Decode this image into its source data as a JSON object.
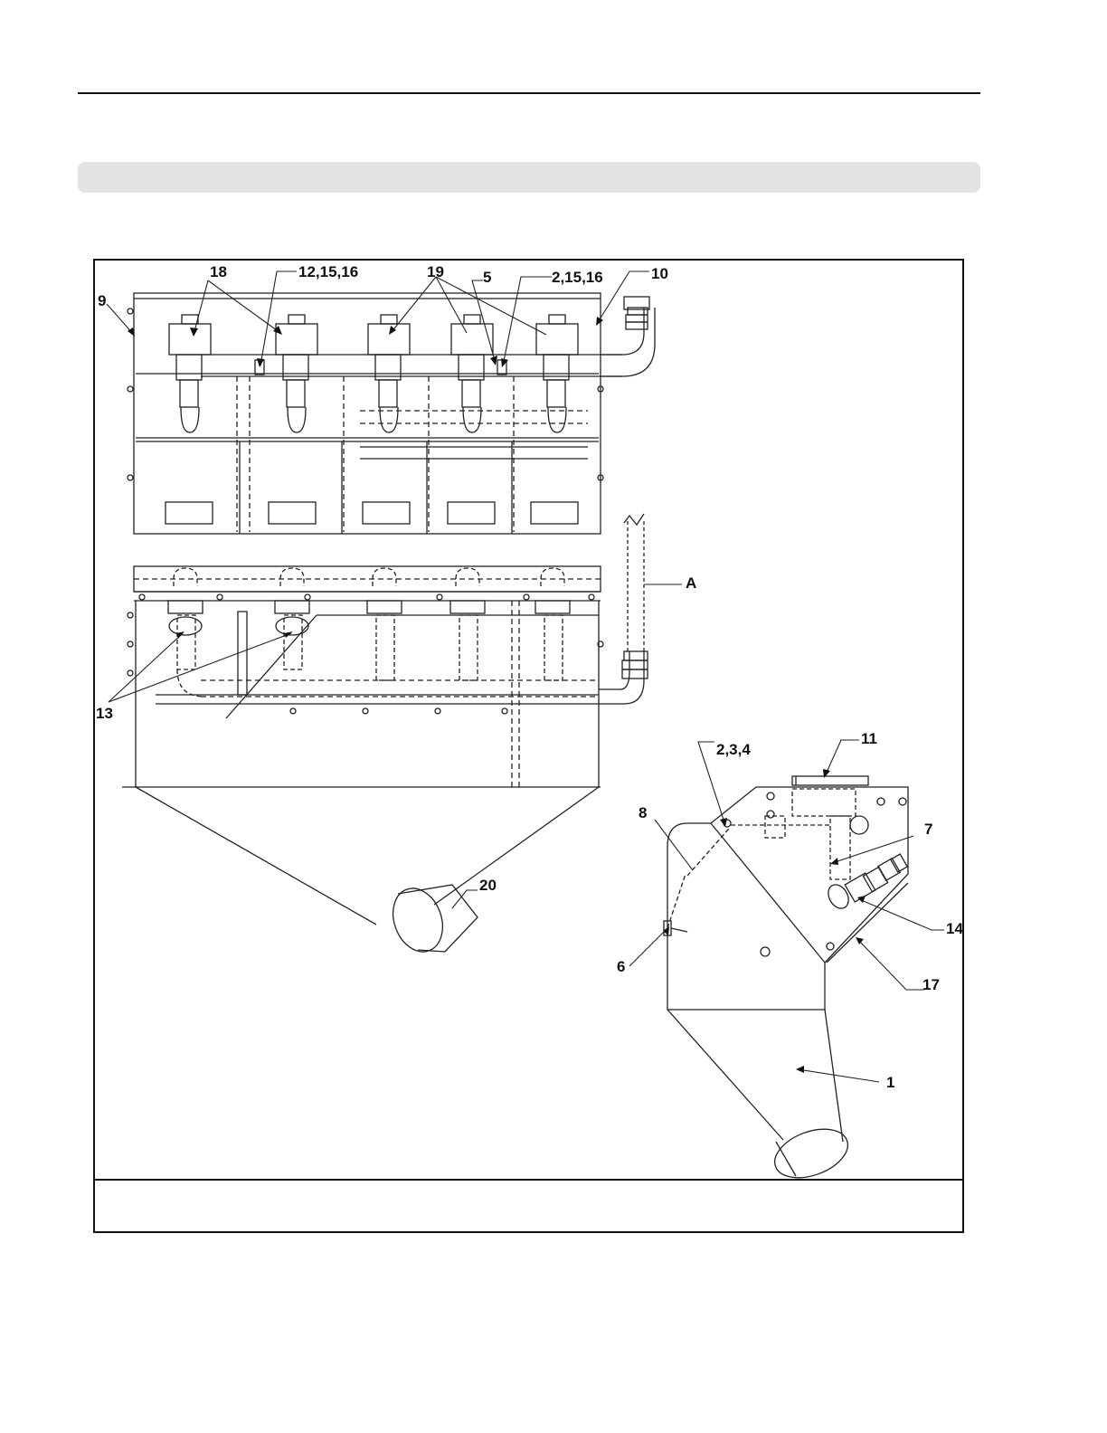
{
  "callouts": {
    "c18": "18",
    "c12_15_16": "12,15,16",
    "c19": "19",
    "c5": "5",
    "c2_15_16": "2,15,16",
    "c10": "10",
    "c9": "9",
    "cA": "A",
    "c13": "13",
    "c2_3_4": "2,3,4",
    "c11": "11",
    "c8": "8",
    "c7": "7",
    "c20": "20",
    "c14": "14",
    "c6": "6",
    "c17": "17",
    "c1": "1"
  }
}
